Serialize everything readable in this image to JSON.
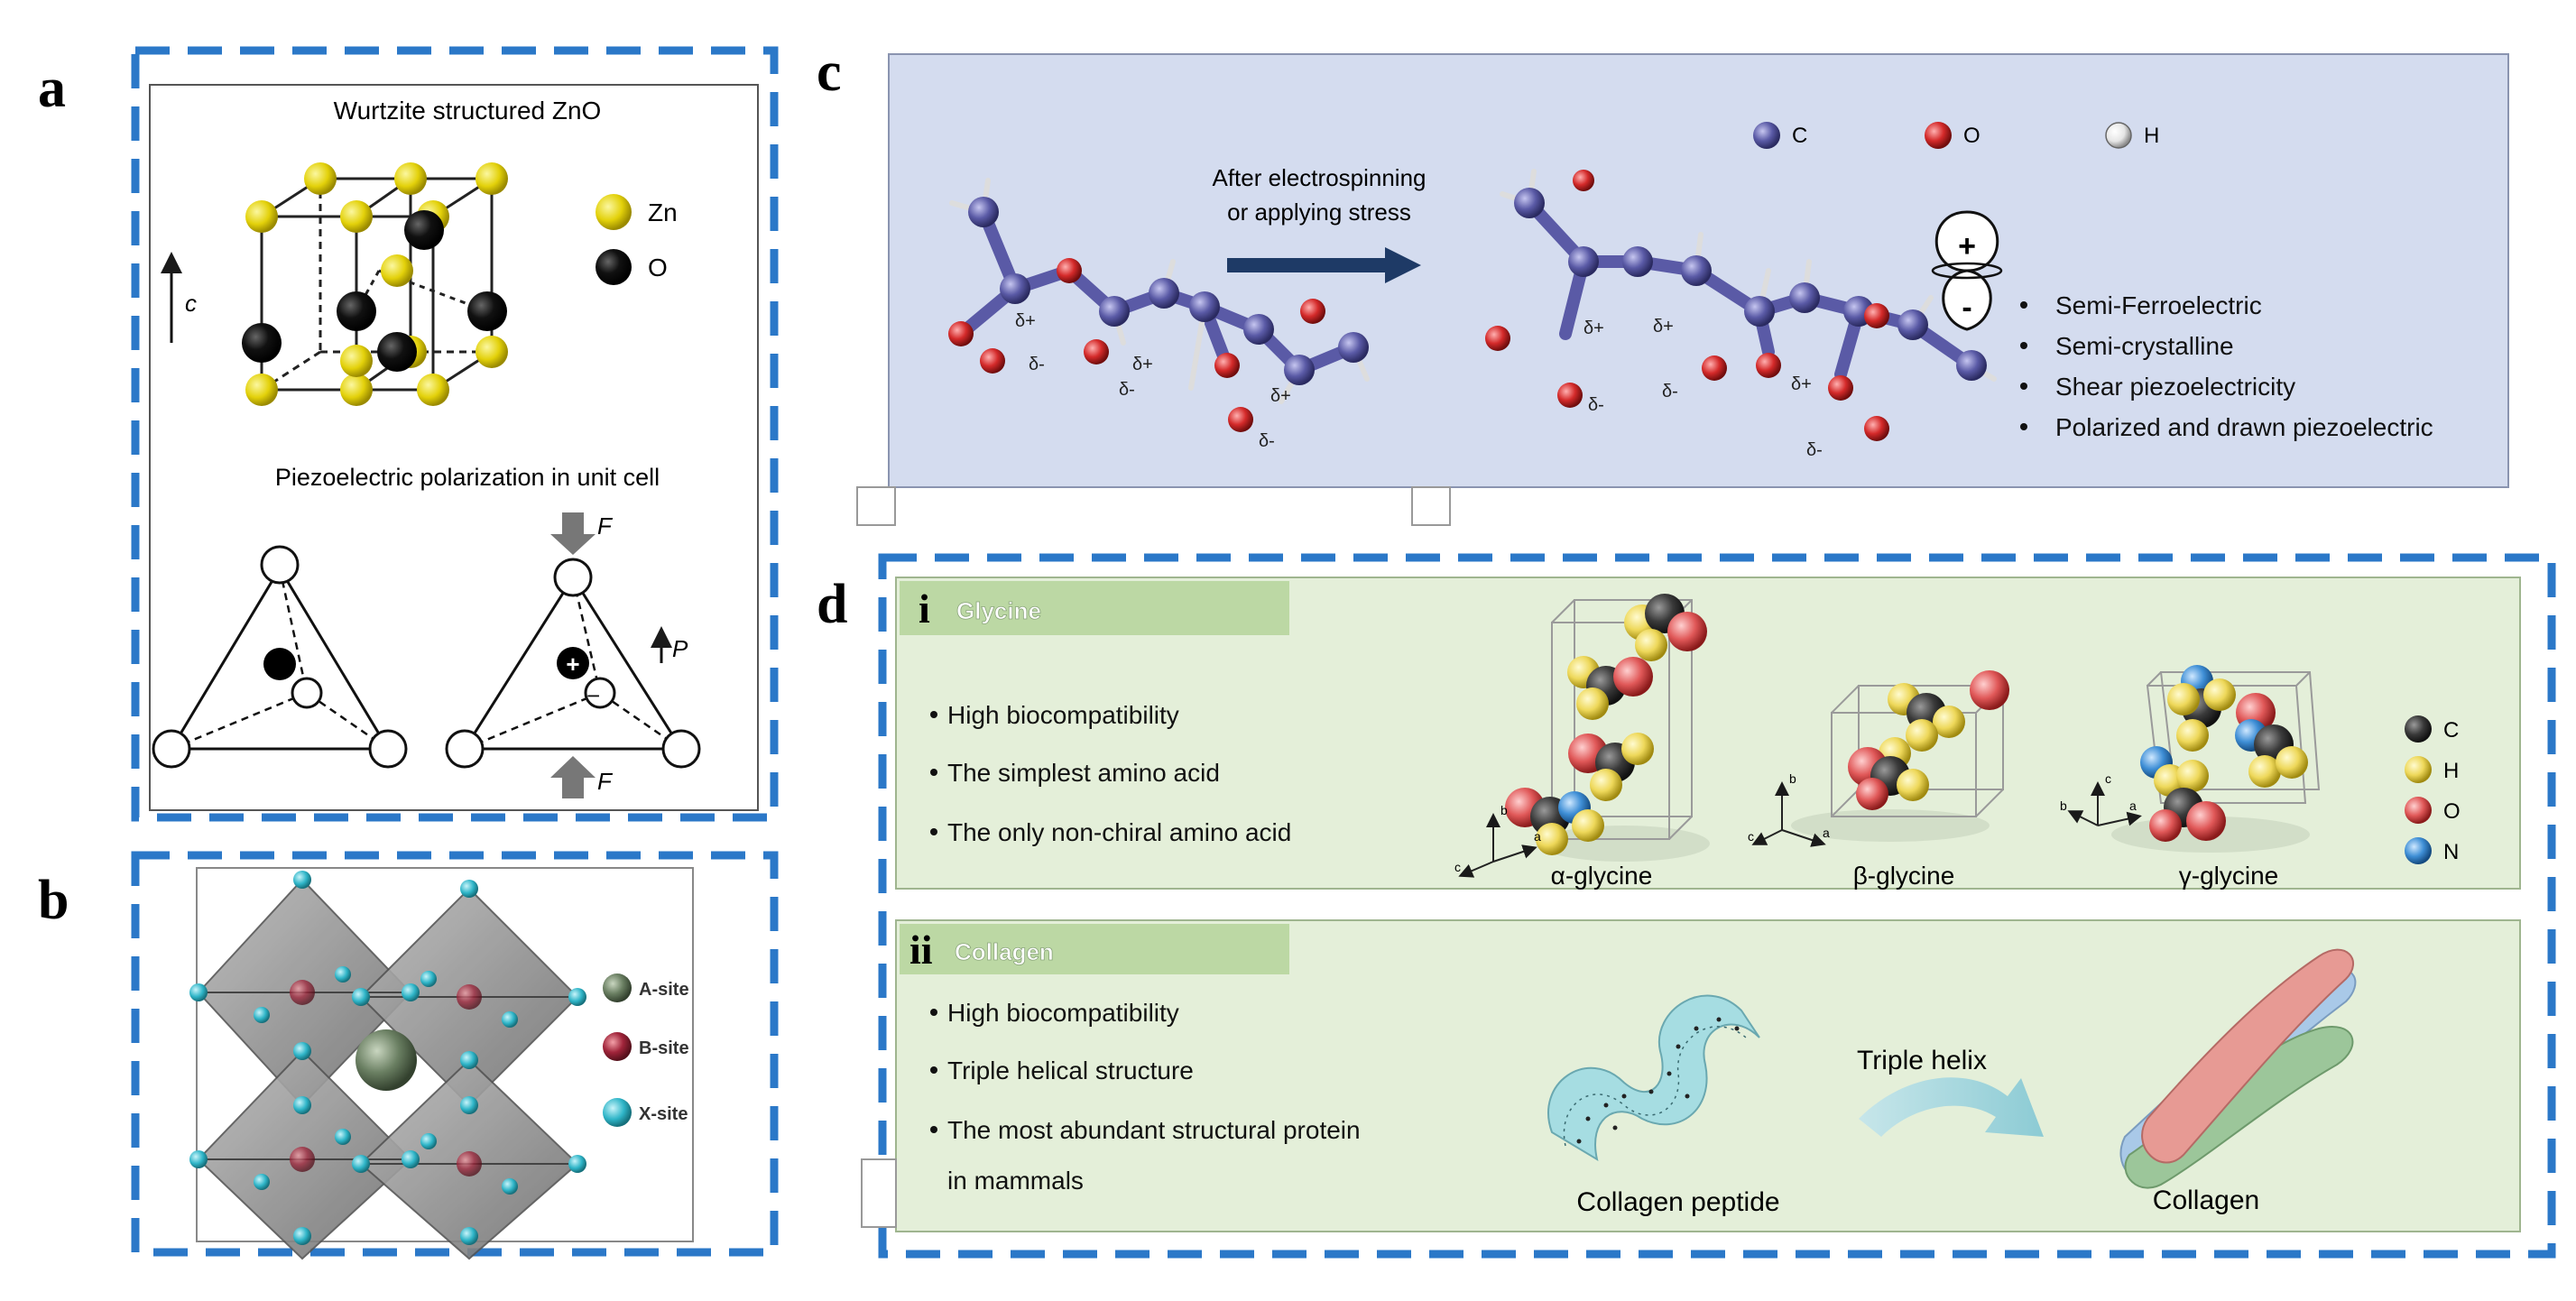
{
  "panel_a": {
    "letter": "a",
    "title": "Wurtzite structured ZnO",
    "legend_zn": "Zn",
    "legend_o": "O",
    "axis_c": "c",
    "subtitle": "Piezoelectric polarization in unit cell",
    "force_label_top": "F",
    "force_label_bottom": "F",
    "polarization_label": "P"
  },
  "panel_b": {
    "letter": "b",
    "legend": [
      {
        "label": "A-site",
        "color": "#5f7a5f"
      },
      {
        "label": "B-site",
        "color": "#a0243a"
      },
      {
        "label": "X-site",
        "color": "#3cc3d6"
      }
    ]
  },
  "panel_c": {
    "letter": "c",
    "legend": [
      {
        "label": "C",
        "color": "#5a5aa6"
      },
      {
        "label": "O",
        "color": "#d42a2a"
      },
      {
        "label": "H",
        "color": "#e6e6e6"
      }
    ],
    "arrow_text_line1": "After electrospinning",
    "arrow_text_line2": "or applying stress",
    "dipole_plus": "+",
    "dipole_minus": "-",
    "bullets": [
      "Semi-Ferroelectric",
      "Semi-crystalline",
      "Shear piezoelectricity",
      "Polarized and drawn piezoelectric"
    ],
    "delta_plus": "δ+",
    "delta_minus": "δ-"
  },
  "panel_d": {
    "letter": "d",
    "glycine": {
      "number": "i",
      "title": "Glycine",
      "bullets": [
        "High biocompatibility",
        "The simplest amino acid",
        "The only non-chiral amino acid"
      ],
      "structures": [
        "α-glycine",
        "β-glycine",
        "γ-glycine"
      ],
      "axes": {
        "a": "a",
        "b": "b",
        "c": "c"
      },
      "legend": [
        {
          "label": "C",
          "color": "#3a3a3a"
        },
        {
          "label": "H",
          "color": "#eed85a"
        },
        {
          "label": "O",
          "color": "#e05858"
        },
        {
          "label": "N",
          "color": "#3f8fd6"
        }
      ]
    },
    "collagen": {
      "number": "ii",
      "title": "Collagen",
      "bullets": [
        "High biocompatibility",
        "Triple helical structure",
        "The most abundant structural protein",
        "in mammals"
      ],
      "peptide_label": "Collagen peptide",
      "arrow_label": "Triple helix",
      "collagen_label": "Collagen"
    }
  },
  "colors": {
    "dash_blue": "#2b78c8",
    "panel_c_bg": "#d4dcef",
    "panel_d_bg": "#e4efd9",
    "header_green": "#bcd8a4",
    "zn_yellow": "#e3d10a"
  }
}
